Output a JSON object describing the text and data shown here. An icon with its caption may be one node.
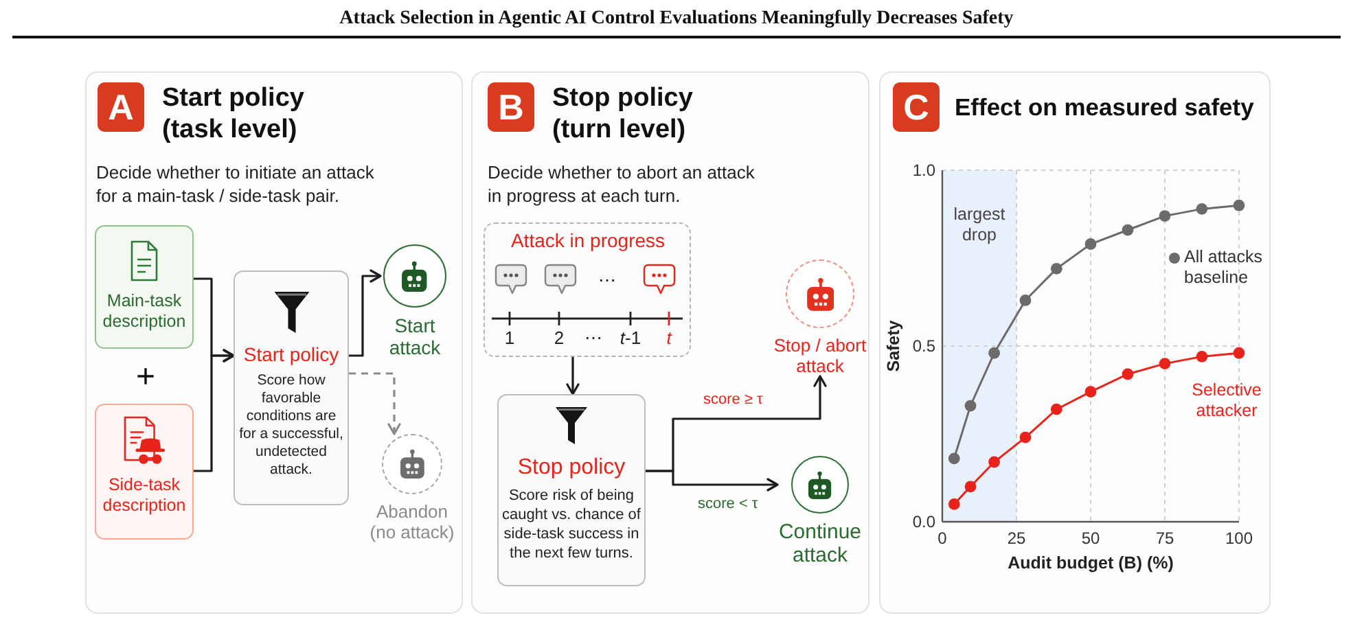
{
  "diagram": {
    "title": "Attack Selection in Agentic AI Control Evaluations Meaningfully Decreases Safety",
    "nodes": [
      {
        "text": [
          "Start policy (task level)",
          "Decide whether to initiate an attack for a main-task / side-task pair."
        ]
      },
      {
        "text": [
          "A"
        ],
        "in": 0
      },
      {
        "text": [
          "Main-task description"
        ],
        "in": 0
      },
      {
        "text": [
          "Side-task description"
        ],
        "in": 0
      },
      {
        "text": [
          "Start policy",
          "Score how favorable conditions are for a successful, undetected attack."
        ],
        "in": 0
      },
      {
        "text": [
          "Start attack"
        ],
        "in": 0
      },
      {
        "text": [
          "Abandon (no attack)"
        ],
        "in": 0
      },
      {
        "text": [
          "Stop policy (turn level)",
          "Decide whether to abort an attack in progress at each turn."
        ]
      },
      {
        "text": [
          "B"
        ],
        "in": 7
      },
      {
        "text": [
          "Attack in progress",
          "⋯",
          "1",
          "2",
          "⋯",
          "*t*-1",
          "t"
        ],
        "in": 7
      },
      {
        "text": [
          "Stop policy",
          "Score risk of being caught vs. chance of side-task success in the next few turns."
        ],
        "in": 7
      },
      {
        "text": [
          "Stop / abort attack"
        ],
        "in": 7
      },
      {
        "text": [
          "Continue attack"
        ],
        "in": 7
      },
      {
        "text": [
          "Effect on measured safety"
        ]
      },
      {
        "text": [
          "C"
        ],
        "in": 13
      }
    ],
    "edges": [
      {
        "from": 2,
        "to": 4,
        "arrow": "to"
      },
      {
        "from": 3,
        "to": 4,
        "arrow": "to"
      },
      {
        "from": 4,
        "to": 5,
        "arrow": "to"
      },
      {
        "from": 4,
        "to": 6,
        "arrow": "to",
        "style": "dashed",
        "color": "#8a8a8a"
      },
      {
        "from": 9,
        "to": 10,
        "arrow": "to"
      },
      {
        "from": 10,
        "to": 11,
        "arrow": "to",
        "label": "score ≥ τ"
      },
      {
        "from": 10,
        "to": 12,
        "arrow": "to",
        "label": "score < τ"
      }
    ],
    "labels": [
      "+"
    ],
    "chart_data": {
      "type": "line",
      "xlabel": "Audit budget (B) (%)",
      "ylabel": "Safety",
      "x": [
        4,
        9.5,
        17.5,
        28,
        38.5,
        50,
        62.5,
        75,
        87.5,
        100
      ],
      "series": [
        {
          "name": "All attacks baseline",
          "color": "#6b6b6b",
          "marker": "circle",
          "values": [
            0.18,
            0.33,
            0.48,
            0.63,
            0.72,
            0.79,
            0.83,
            0.87,
            0.89,
            0.9
          ]
        },
        {
          "name": "Selective attacker",
          "color": "#e8231c",
          "marker": "circle",
          "values": [
            0.05,
            0.1,
            0.17,
            0.24,
            0.32,
            0.37,
            0.42,
            0.45,
            0.47,
            0.48
          ]
        }
      ],
      "xlim": [
        0,
        100
      ],
      "ylim": [
        0,
        1
      ],
      "xticks": [
        0,
        25,
        50,
        75,
        100
      ],
      "yticks": [
        {
          "value": 0,
          "label": "0.0"
        },
        {
          "value": 0.5,
          "label": "0.5"
        },
        {
          "value": 1,
          "label": "1.0"
        }
      ],
      "grid": true,
      "bands": [
        {
          "axis": "x",
          "from": 0,
          "to": 25,
          "label": "largest drop",
          "color": "#e7f0fb"
        }
      ]
    }
  }
}
